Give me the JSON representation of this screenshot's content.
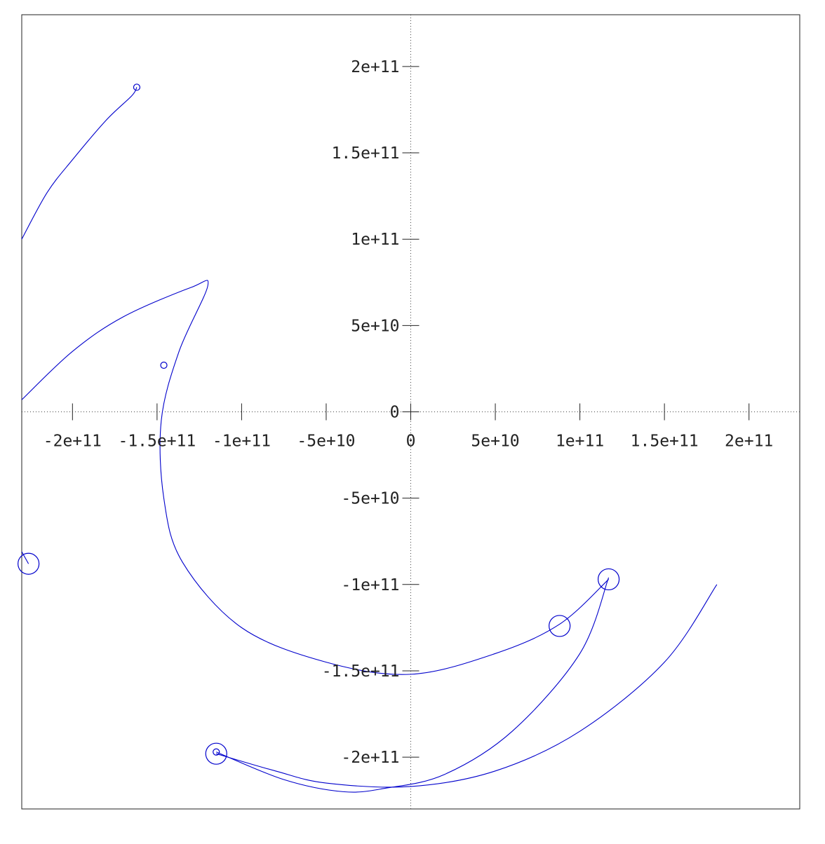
{
  "chart_data": {
    "type": "line",
    "title": "",
    "xlabel": "",
    "ylabel": "",
    "xlim": [
      -230000000000.0,
      230000000000.0
    ],
    "ylim": [
      -230000000000.0,
      230000000000.0
    ],
    "grid": false,
    "axes_through_origin": true,
    "x_ticks": [
      {
        "value": -200000000000.0,
        "label": "-2e+11"
      },
      {
        "value": -150000000000.0,
        "label": "-1.5e+11"
      },
      {
        "value": -100000000000.0,
        "label": "-1e+11"
      },
      {
        "value": -50000000000.0,
        "label": "-5e+10"
      },
      {
        "value": 0,
        "label": "0"
      },
      {
        "value": 50000000000.0,
        "label": "5e+10"
      },
      {
        "value": 100000000000.0,
        "label": "1e+11"
      },
      {
        "value": 150000000000.0,
        "label": "1.5e+11"
      },
      {
        "value": 200000000000.0,
        "label": "2e+11"
      }
    ],
    "y_ticks": [
      {
        "value": 200000000000.0,
        "label": "2e+11"
      },
      {
        "value": 150000000000.0,
        "label": "1.5e+11"
      },
      {
        "value": 100000000000.0,
        "label": "1e+11"
      },
      {
        "value": 50000000000.0,
        "label": "5e+10"
      },
      {
        "value": 0,
        "label": "0"
      },
      {
        "value": -50000000000.0,
        "label": "-5e+10"
      },
      {
        "value": -100000000000.0,
        "label": "-1e+11"
      },
      {
        "value": -150000000000.0,
        "label": "-1.5e+11"
      },
      {
        "value": -200000000000.0,
        "label": "-2e+11"
      }
    ],
    "line_color": "#0000cc",
    "series": [
      {
        "x": [
          -230000000000.0,
          -215000000000.0,
          -200000000000.0,
          -180000000000.0,
          -165000000000.0,
          -162000000000.0
        ],
        "y": [
          100000000000.0,
          127000000000.0,
          146000000000.0,
          169000000000.0,
          183000000000.0,
          188000000000.0
        ],
        "end_marker": "small"
      },
      {
        "x": [
          -230000000000.0,
          -200000000000.0,
          -170000000000.0,
          -130000000000.0,
          -120000000000.0,
          -137000000000.0,
          -147500000000.0,
          -146000000000.0,
          -135000000000.0,
          -100000000000.0,
          -50000000000.0,
          0,
          50000000000.0,
          88000000000.0,
          117000000000.0
        ],
        "y": [
          7000000000.0,
          35000000000.0,
          55000000000.0,
          72000000000.0,
          73000000000.0,
          35000000000.0,
          -5000000000.0,
          -50000000000.0,
          -87000000000.0,
          -125000000000.0,
          -145000000000.0,
          -152000000000.0,
          -140000000000.0,
          -123000000000.0,
          -97000000000.0
        ],
        "end_marker": "large",
        "extra_markers": [
          {
            "x": -146000000000.0,
            "y": 27000000000.0,
            "size": "small"
          },
          {
            "x": 88000000000.0,
            "y": -124000000000.0,
            "size": "large"
          }
        ]
      },
      {
        "x": [
          117000000000.0,
          100000000000.0,
          60000000000.0,
          20000000000.0,
          -15000000000.0,
          -40000000000.0,
          -75000000000.0,
          -115000000000.0
        ],
        "y": [
          -96000000000.0,
          -140000000000.0,
          -185000000000.0,
          -210000000000.0,
          -218000000000.0,
          -220000000000.0,
          -213000000000.0,
          -197000000000.0
        ],
        "end_marker": "small"
      },
      {
        "x": [
          181000000000.0,
          150000000000.0,
          100000000000.0,
          50000000000.0,
          0,
          -50000000000.0,
          -80000000000.0,
          -115000000000.0
        ],
        "y": [
          -100000000000.0,
          -145000000000.0,
          -185000000000.0,
          -208000000000.0,
          -217000000000.0,
          -215000000000.0,
          -208000000000.0,
          -198000000000.0
        ],
        "end_marker": "large"
      },
      {
        "x": [
          -230000000000.0,
          -226000000000.0
        ],
        "y": [
          -81000000000.0,
          -88000000000.0
        ],
        "end_marker": "large"
      }
    ]
  }
}
